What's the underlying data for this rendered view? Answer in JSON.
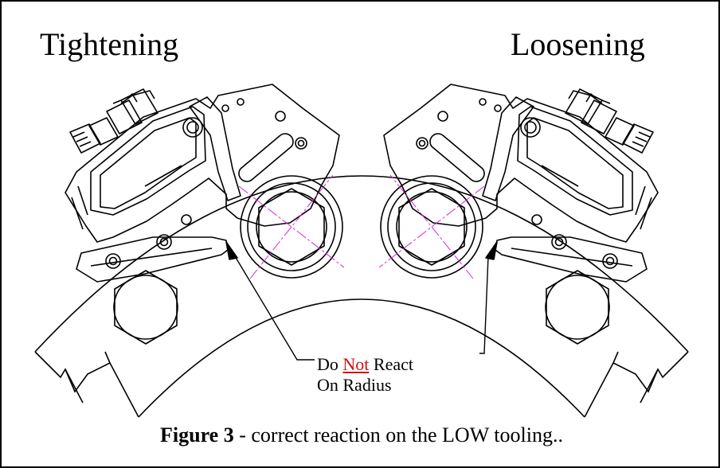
{
  "titles": {
    "left": "Tightening",
    "right": "Loosening"
  },
  "callout": {
    "line1_pre": "Do ",
    "line1_emphasis": "Not",
    "line1_post": " React",
    "line2": "On Radius"
  },
  "caption": {
    "figure_label": "Figure 3",
    "text": " - correct reaction on the LOW tooling.."
  },
  "colors": {
    "line": "#000000",
    "centerline": "#e020e0",
    "emphasis": "#d01010"
  },
  "icons": {
    "pointer": "arrowhead"
  }
}
